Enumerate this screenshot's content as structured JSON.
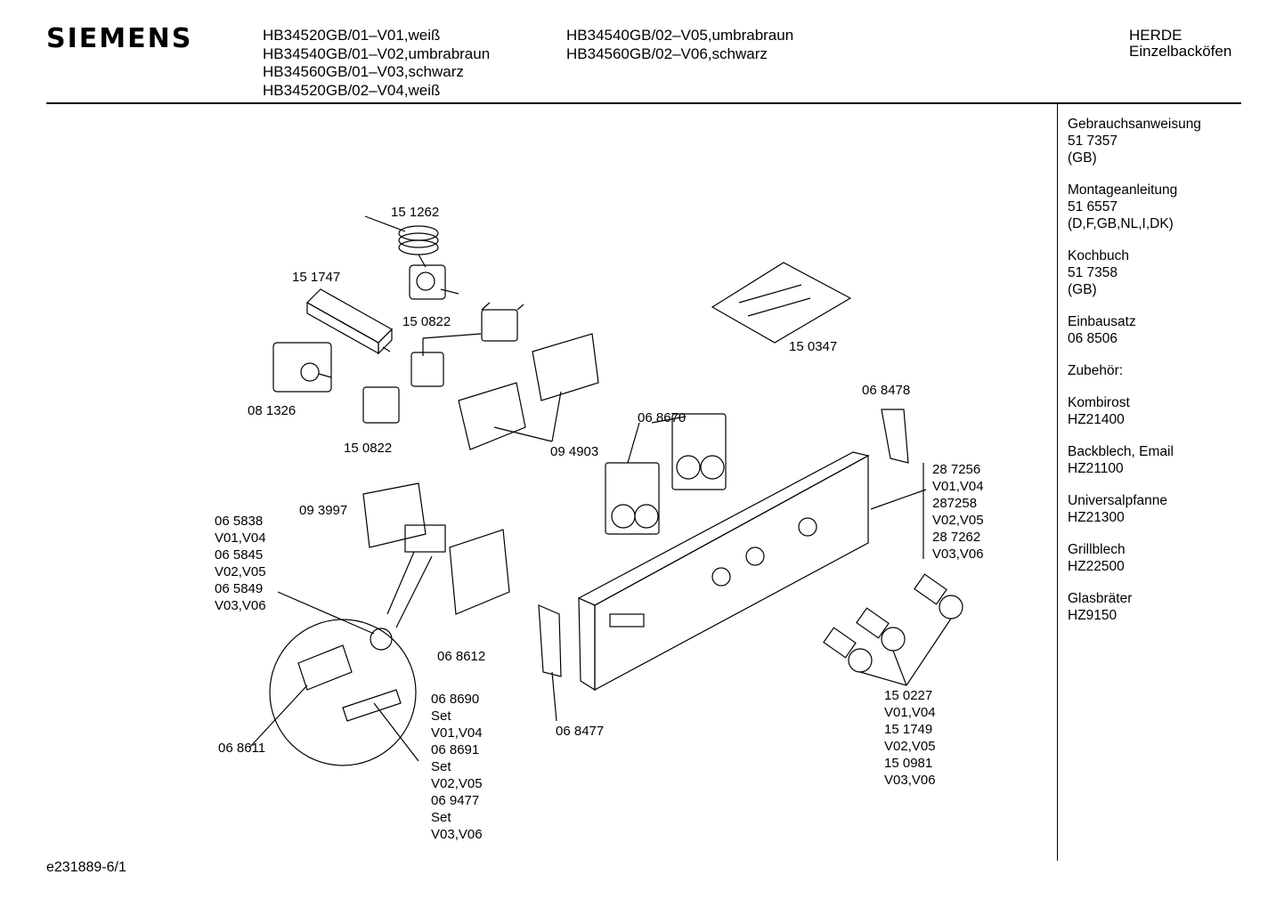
{
  "header": {
    "brand": "SIEMENS",
    "models_col1": [
      "HB34520GB/01–V01,weiß",
      "HB34540GB/01–V02,umbrabraun",
      "HB34560GB/01–V03,schwarz",
      "HB34520GB/02–V04,weiß"
    ],
    "models_col2": [
      "HB34540GB/02–V05,umbrabraun",
      "HB34560GB/02–V06,schwarz"
    ],
    "category": "HERDE",
    "subcategory": "Einzelbacköfen"
  },
  "sidebar": [
    [
      "Gebrauchsanweisung",
      "51 7357",
      "(GB)"
    ],
    [
      "Montageanleitung",
      "51 6557",
      "(D,F,GB,NL,I,DK)"
    ],
    [
      "Kochbuch",
      "51 7358",
      "(GB)"
    ],
    [
      "Einbausatz",
      "06 8506"
    ],
    [
      "Zubehör:"
    ],
    [
      "Kombirost",
      "HZ21400"
    ],
    [
      "Backblech, Email",
      "HZ21100"
    ],
    [
      "Universalpfanne",
      "HZ21300"
    ],
    [
      "Grillblech",
      "HZ22500"
    ],
    [
      "Glasbräter",
      "HZ9150"
    ]
  ],
  "labels": {
    "p151262": "15 1262",
    "p151747": "15 1747",
    "p150822a": "15 0822",
    "p081326": "08 1326",
    "p150822b": "15 0822",
    "p094903": "09 4903",
    "p150347": "15 0347",
    "p068478": "06 8478",
    "p068670": "06 8670",
    "p093997": "09 3997",
    "p_knob_set": "06 5838\nV01,V04\n06 5845\nV02,V05\n06 5849\nV03,V06",
    "p_panel": "28 7256\nV01,V04\n287258\nV02,V05\n28 7262\nV03,V06",
    "p068612": "06 8612",
    "p068611": "06 8611",
    "p_button_set": "06 8690\nSet\nV01,V04\n06 8691\nSet\nV02,V05\n06 9477\nSet\nV03,V06",
    "p068477": "06 8477",
    "p_knobs": "15 0227\nV01,V04\n15 1749\nV02,V05\n15 0981\nV03,V06"
  },
  "footer": "e231889-6/1"
}
